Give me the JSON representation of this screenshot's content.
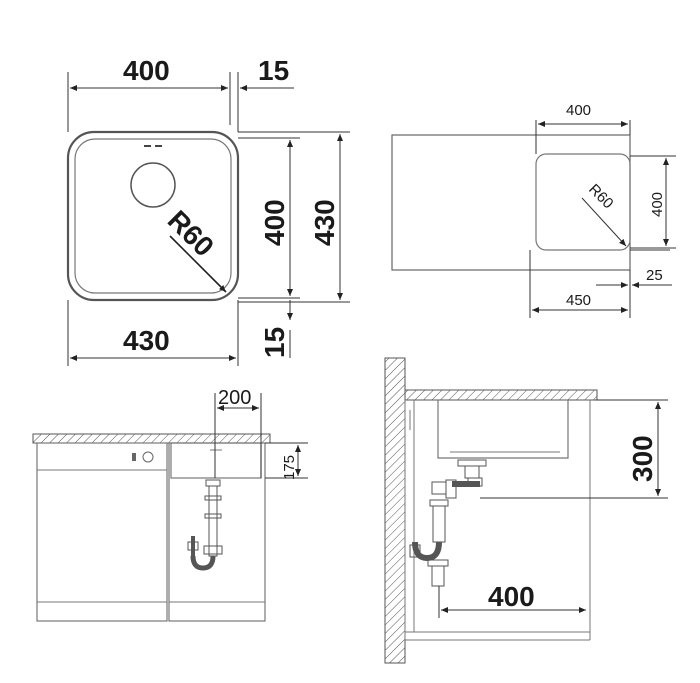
{
  "views": {
    "top": {
      "width_label": "400",
      "gap_label": "15",
      "height_label": "400",
      "outer_height_label": "430",
      "radius_label": "R60",
      "outer_width_label": "430",
      "bottom_gap_label": "15"
    },
    "plan": {
      "width_label": "400",
      "height_label": "400",
      "radius_label": "R60",
      "offset_label": "450",
      "edge_label": "25"
    },
    "front": {
      "width_label": "200",
      "depth_label": "175"
    },
    "side": {
      "depth_label": "300",
      "drain_offset_label": "400"
    }
  }
}
